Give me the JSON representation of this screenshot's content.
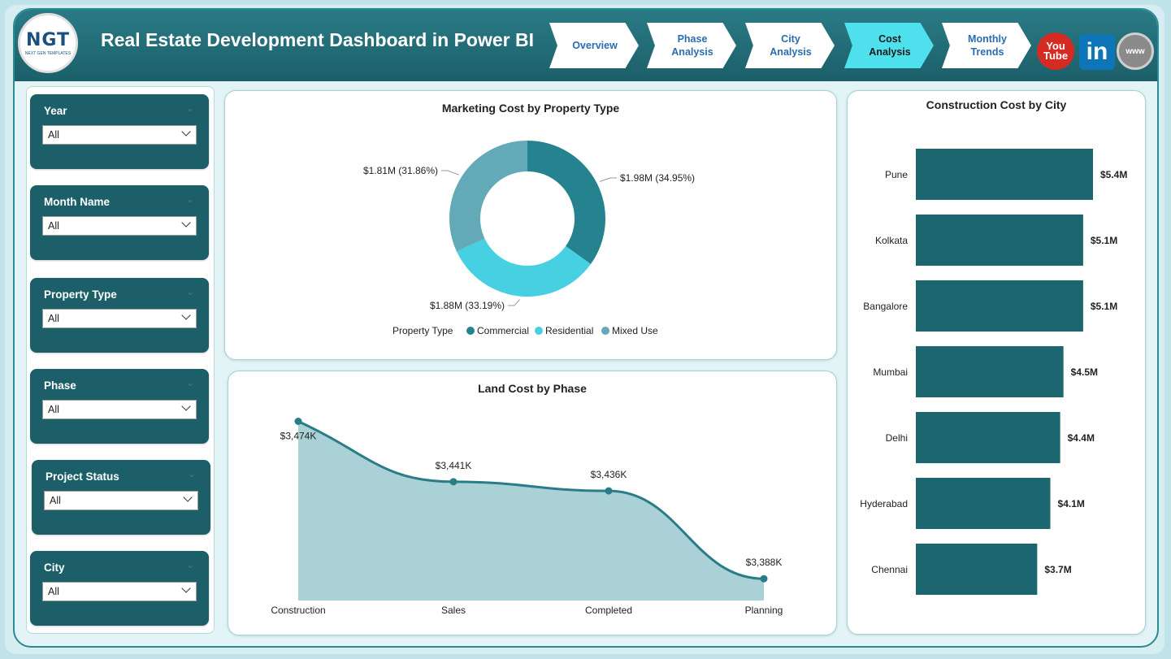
{
  "header": {
    "logo_text": "NGT",
    "logo_sub": "NEXT GEN TEMPLATES",
    "title": "Real Estate Development Dashboard in Power BI",
    "nav": [
      {
        "label": "Overview",
        "active": false
      },
      {
        "label": "Phase\nAnalysis",
        "active": false
      },
      {
        "label": "City\nAnalysis",
        "active": false
      },
      {
        "label": "Cost\nAnalysis",
        "active": true
      },
      {
        "label": "Monthly\nTrends",
        "active": false
      }
    ],
    "social": {
      "youtube": "You Tube",
      "linkedin": "in",
      "web": "www"
    }
  },
  "slicers": [
    {
      "label": "Year",
      "value": "All"
    },
    {
      "label": "Month Name",
      "value": "All"
    },
    {
      "label": "Property Type",
      "value": "All"
    },
    {
      "label": "Phase",
      "value": "All"
    },
    {
      "label": "Project Status",
      "value": "All"
    },
    {
      "label": "City",
      "value": "All"
    }
  ],
  "colors": {
    "accent": "#1c5f69",
    "commercial": "#25838f",
    "residential": "#46d0e2",
    "mixed_use": "#63a9b7",
    "bar": "#1c6670",
    "area_fill": "#a9d1d6",
    "area_line": "#2a7d88"
  },
  "chart_data": [
    {
      "type": "pie",
      "title": "Marketing Cost by Property Type",
      "legend_title": "Property Type",
      "categories": [
        "Commercial",
        "Residential",
        "Mixed Use"
      ],
      "values": [
        1.98,
        1.88,
        1.81
      ],
      "labels": [
        "$1.98M (34.95%)",
        "$1.88M (33.19%)",
        "$1.81M (31.86%)"
      ],
      "legend_position": "bottom"
    },
    {
      "type": "area",
      "title": "Land Cost by Phase",
      "categories": [
        "Construction",
        "Sales",
        "Completed",
        "Planning"
      ],
      "values": [
        3474,
        3441,
        3436,
        3388
      ],
      "labels": [
        "$3,474K",
        "$3,441K",
        "$3,436K",
        "$3,388K"
      ]
    },
    {
      "type": "bar",
      "title": "Construction Cost by City",
      "categories": [
        "Pune",
        "Kolkata",
        "Bangalore",
        "Mumbai",
        "Delhi",
        "Hyderabad",
        "Chennai"
      ],
      "values": [
        5.4,
        5.1,
        5.1,
        4.5,
        4.4,
        4.1,
        3.7
      ],
      "labels": [
        "$5.4M",
        "$5.1M",
        "$5.1M",
        "$4.5M",
        "$4.4M",
        "$4.1M",
        "$3.7M"
      ]
    }
  ]
}
